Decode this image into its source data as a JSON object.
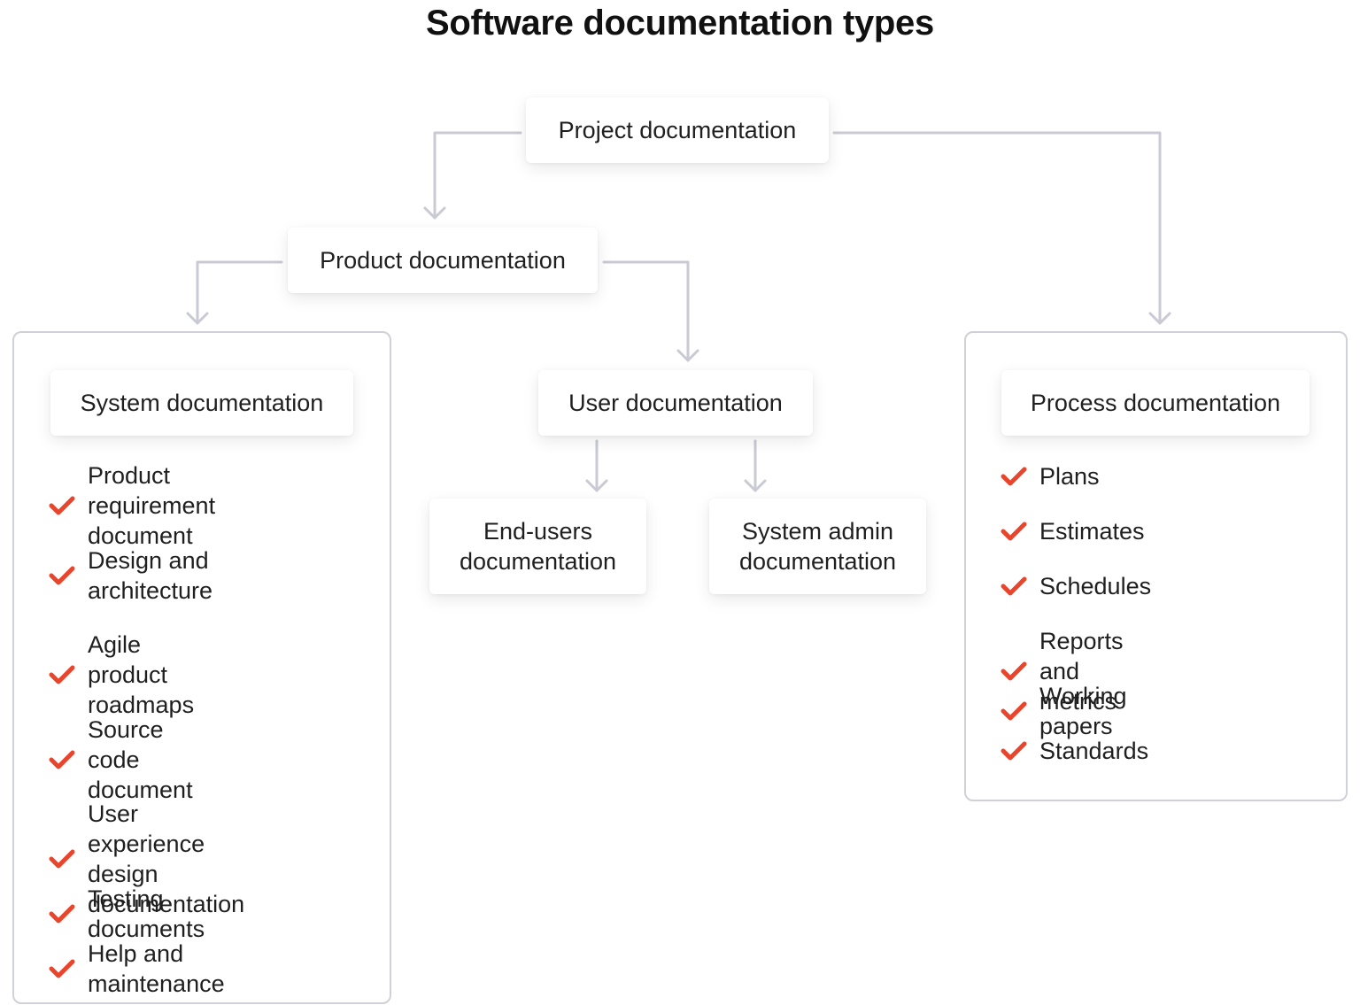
{
  "title": "Software documentation types",
  "nodes": {
    "project": "Project documentation",
    "product": "Product documentation",
    "system": "System documentation",
    "user": "User documentation",
    "end_users": "End-users\ndocumentation",
    "system_admin": "System admin\ndocumentation",
    "process": "Process documentation"
  },
  "system_items": [
    "Product requirement\ndocument",
    "Design and\narchitecture",
    "Agile product\nroadmaps",
    "Source code\ndocument",
    "User experience\ndesign documentation",
    "Testing documents",
    "Help and maintenance"
  ],
  "process_items": [
    "Plans",
    "Estimates",
    "Schedules",
    "Reports and metrics",
    "Working papers",
    "Standards"
  ],
  "colors": {
    "check": "#e8452c",
    "connector": "#c9cad3",
    "panel_border": "#d0d0d8"
  }
}
